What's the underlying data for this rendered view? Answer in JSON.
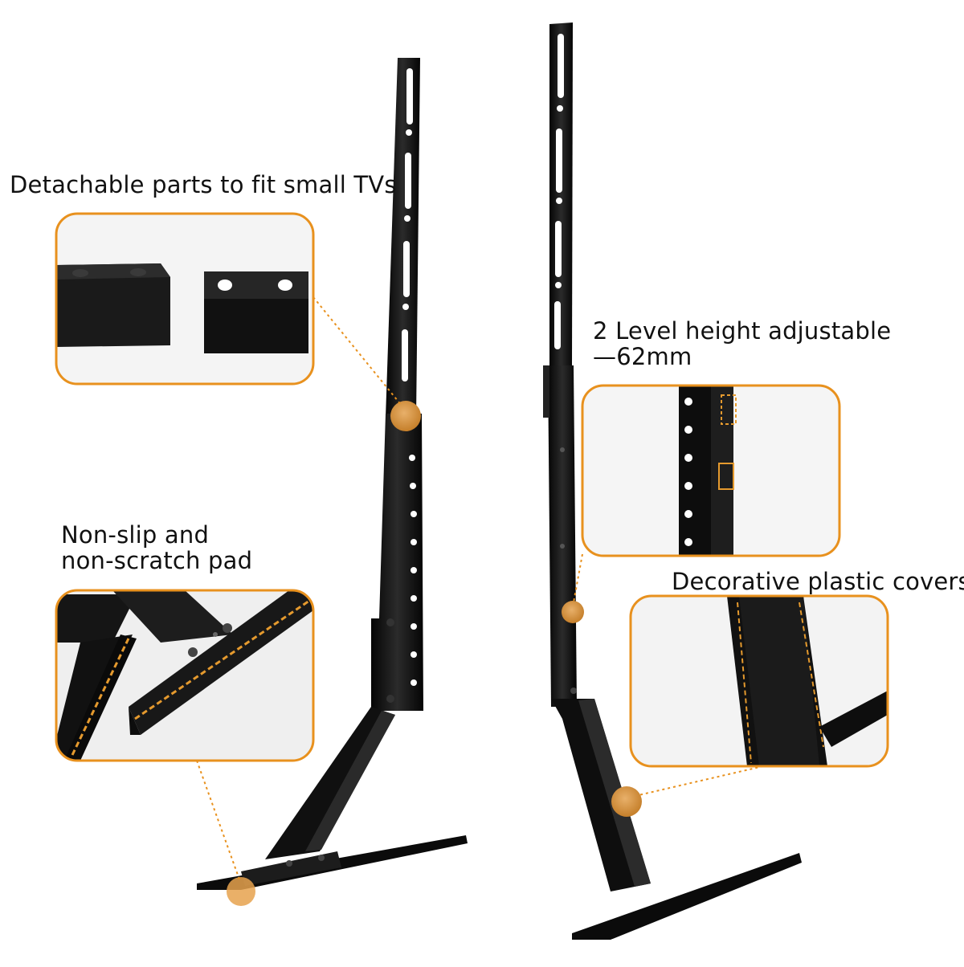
{
  "callouts": {
    "detachable": {
      "text": "Detachable parts to fit small TVs"
    },
    "non_slip": {
      "line1": "Non-slip and",
      "line2": "non-scratch pad"
    },
    "height": {
      "line1": "2 Level height adjustable",
      "line2": "—62mm"
    },
    "covers": {
      "text": "Decorative plastic covers"
    }
  },
  "colors": {
    "accent": "#e8911e",
    "marker": "#d99a4c",
    "metal": "#141414",
    "metal_highlight": "#3a3a3a",
    "pad": "#e59a2e"
  }
}
